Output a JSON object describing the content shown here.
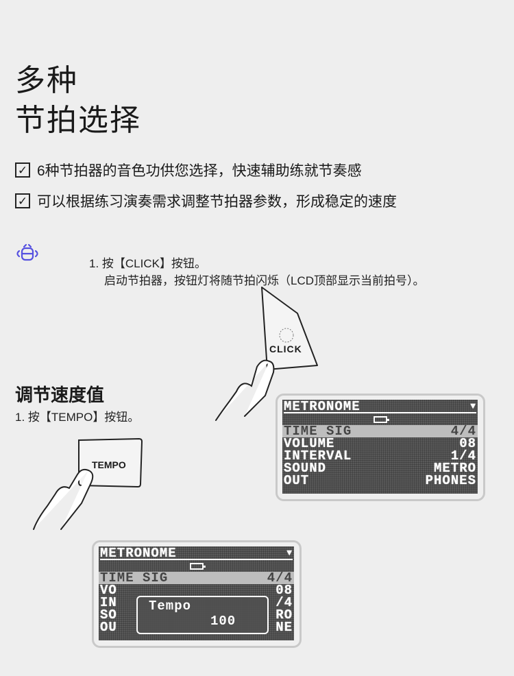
{
  "title": {
    "line1": "多种",
    "line2": "节拍选择"
  },
  "features": [
    "6种节拍器的音色功供您选择，快速辅助练就节奏感",
    "可以根据练习演奏需求调整节拍器参数，形成稳定的速度"
  ],
  "check_glyph": "✓",
  "click_step": {
    "line1": "1. 按【CLICK】按钮。",
    "line2": "启动节拍器，按钮灯将随节拍闪烁（LCD顶部显示当前拍号）。",
    "button": "CLICK"
  },
  "tempo_section": {
    "heading": "调节速度值",
    "step": "1. 按【TEMPO】按钮。",
    "button": "TEMPO"
  },
  "lcd1": {
    "header": "METRONOME",
    "arrow": "▼",
    "rows": [
      {
        "label": "TIME SIG",
        "value": "4/4"
      },
      {
        "label": "VOLUME",
        "value": "08"
      },
      {
        "label": "INTERVAL",
        "value": "1/4"
      },
      {
        "label": "SOUND",
        "value": "METRO"
      },
      {
        "label": "OUT",
        "value": "PHONES"
      }
    ]
  },
  "lcd2": {
    "header": "METRONOME",
    "arrow": "▼",
    "rows": [
      {
        "label": "TIME SIG",
        "value": "4/4"
      },
      {
        "label": "VO",
        "value": "08"
      },
      {
        "label": "IN",
        "value": "/4"
      },
      {
        "label": "SO",
        "value": "RO"
      },
      {
        "label": "OU",
        "value": "NE"
      }
    ],
    "popup": {
      "label": "Tempo",
      "value": "100"
    }
  }
}
